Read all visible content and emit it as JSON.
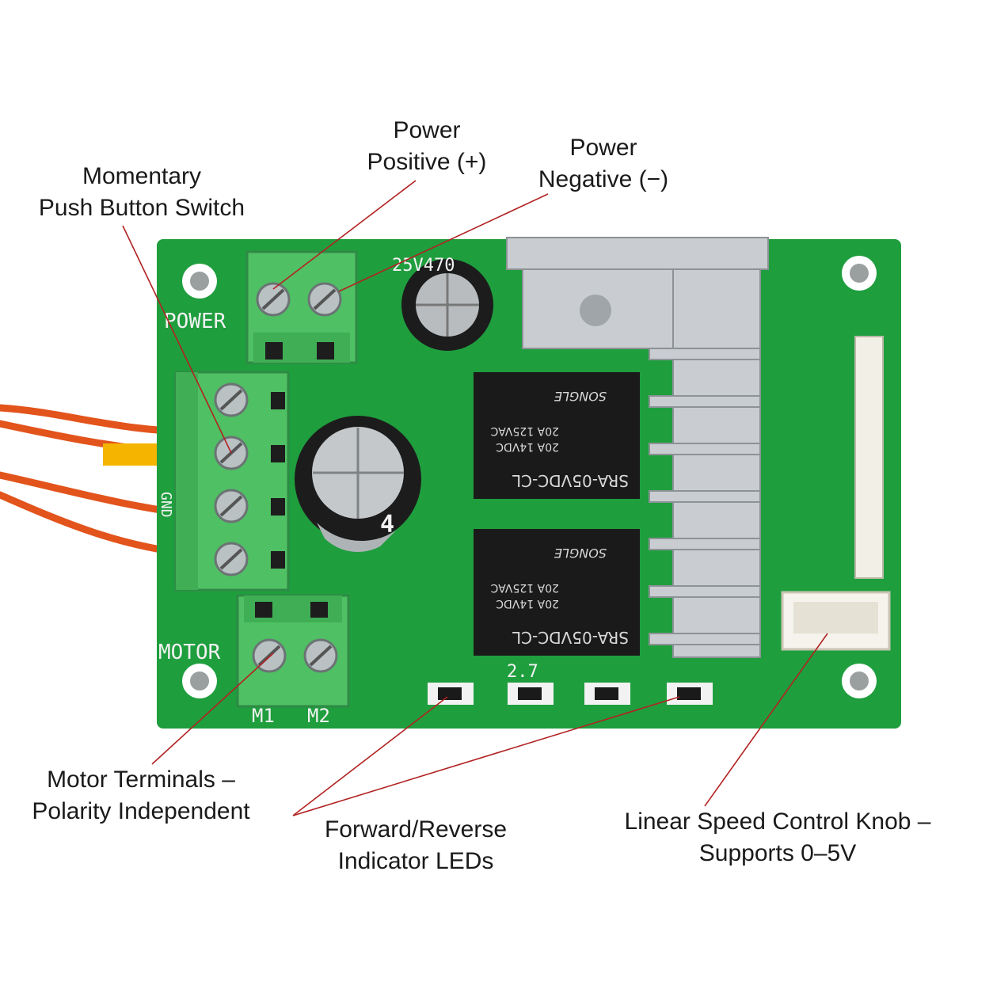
{
  "annotations": {
    "power_positive": {
      "line1": "Power",
      "line2": "Positive (+)"
    },
    "power_negative": {
      "line1": "Power",
      "line2": "Negative (−)"
    },
    "push_button": {
      "line1": "Momentary",
      "line2": "Push Button Switch"
    },
    "motor_terminals": {
      "line1": "Motor Terminals –",
      "line2": "Polarity Independent"
    },
    "indicator_leds": {
      "line1": "Forward/Reverse",
      "line2": "Indicator LEDs"
    },
    "speed_knob": {
      "line1": "Linear Speed Control Knob –",
      "line2": "Supports 0–5V"
    }
  },
  "board": {
    "power_label": "POWER",
    "motor_label": "MOTOR",
    "m1_label": "M1",
    "m2_label": "M2",
    "cap_code": "25V470",
    "small_value": "2.7",
    "relay_model": "SRA-05VDC-CL",
    "relay_rating1": "20A 14VDC",
    "relay_rating2": "20A 125VAC",
    "relay_brand": "SONGLE",
    "side_gnd": "GND",
    "big_cap_digit": "4"
  },
  "colors": {
    "pcb": "#1f9e3e",
    "terminal": "#4fc063",
    "leader_line": "#b22222",
    "wire": "#e2541c",
    "heatsink": "#c9cdd1"
  }
}
